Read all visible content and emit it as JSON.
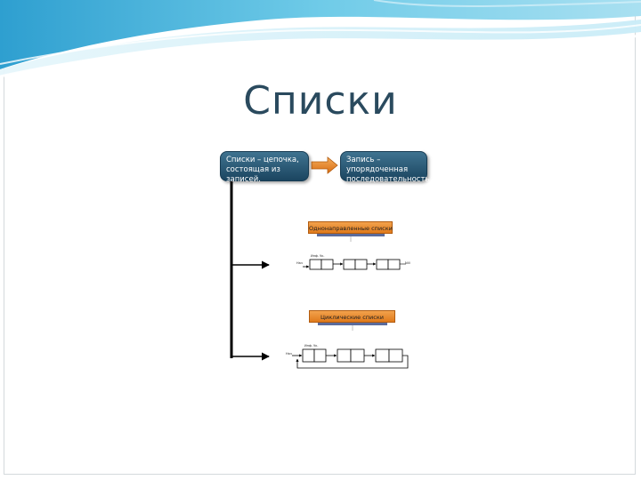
{
  "slide": {
    "title": "Списки"
  },
  "boxes": {
    "list_definition": "Списки – цепочка,\nсостоящая из записей.",
    "record_definition": "Запись –\nупорядоченная\nпоследовательность\nсимволов."
  },
  "diagrams": {
    "singly_linked": {
      "header": "Однонаправленные списки",
      "field_labels": "Инф.  Ук.",
      "head_label": "Нач",
      "tail_label": "Nill"
    },
    "circular": {
      "header": "Циклические списки",
      "field_labels": "Инф.  Ук.",
      "head_label": "Нач"
    }
  },
  "colors": {
    "title": "#2a4a5e",
    "box_fill": "#1b4560",
    "accent_orange": "#e07a1b",
    "wave_light": "#bfe6f3",
    "wave_mid": "#5cc0e2"
  }
}
